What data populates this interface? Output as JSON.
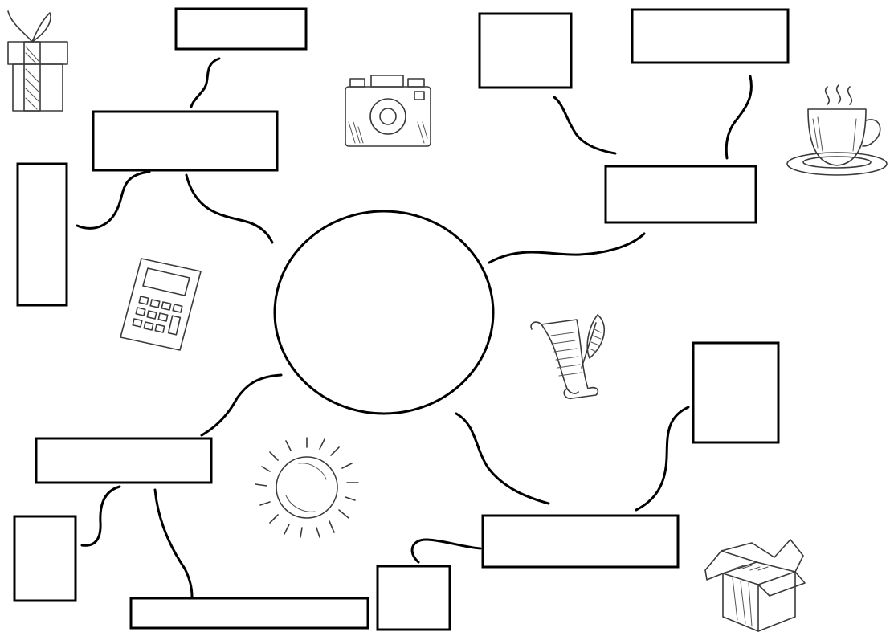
{
  "diagram": {
    "type": "blank mind map",
    "center_node": {
      "text": ""
    },
    "nodes": [
      {
        "id": "top-left",
        "text": ""
      },
      {
        "id": "top-left-child",
        "text": ""
      },
      {
        "id": "left-tall",
        "text": ""
      },
      {
        "id": "top-right-small",
        "text": ""
      },
      {
        "id": "top-right-wide",
        "text": ""
      },
      {
        "id": "right",
        "text": ""
      },
      {
        "id": "right-tall",
        "text": ""
      },
      {
        "id": "bottom-right",
        "text": ""
      },
      {
        "id": "bottom-square",
        "text": ""
      },
      {
        "id": "bottom-left",
        "text": ""
      },
      {
        "id": "bottom-left-small",
        "text": ""
      },
      {
        "id": "bottom-wide",
        "text": ""
      }
    ],
    "icons": [
      "gift-icon",
      "camera-icon",
      "coffee-cup-icon",
      "calculator-icon",
      "scroll-quill-icon",
      "sun-icon",
      "open-box-icon"
    ],
    "colors": {
      "line": "#000000",
      "sketch": "#3a3a3a",
      "background": "#ffffff"
    }
  }
}
